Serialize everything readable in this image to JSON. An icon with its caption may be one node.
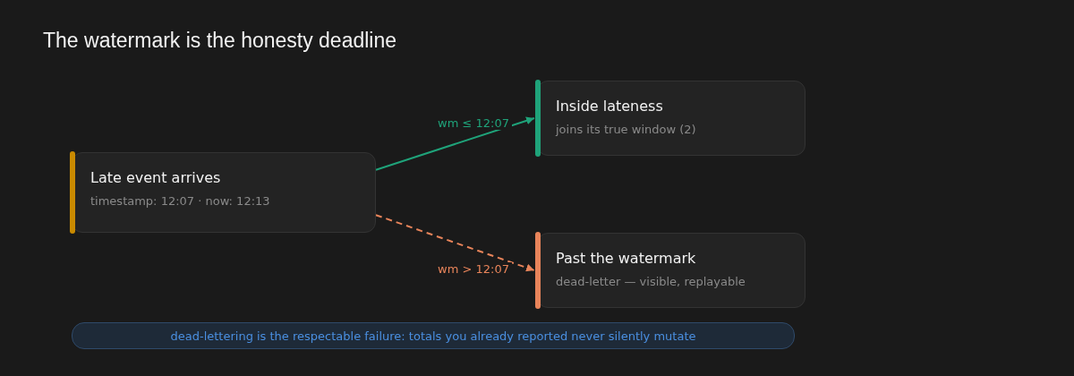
{
  "diagram": {
    "title": "The watermark is the honesty deadline",
    "nodes": [
      {
        "text": [
          "Late event arrives",
          "timestamp: 12:07 · now: 12:13"
        ]
      },
      {
        "text": [
          "Inside lateness",
          "joins its true window (2)"
        ]
      },
      {
        "text": [
          "Past the watermark",
          "dead-letter — visible, replayable"
        ]
      },
      {
        "text": [
          "dead-lettering is the respectable failure: totals you already reported never silently mutate"
        ]
      }
    ],
    "edges": [
      {
        "from": 0,
        "to": 1,
        "arrow": "to",
        "label": "wm ≤ 12:07",
        "color": "#1fa37a"
      },
      {
        "from": 0,
        "to": 2,
        "arrow": "to",
        "label": "wm > 12:07",
        "style": "dashed",
        "color": "#e8845a"
      }
    ]
  }
}
